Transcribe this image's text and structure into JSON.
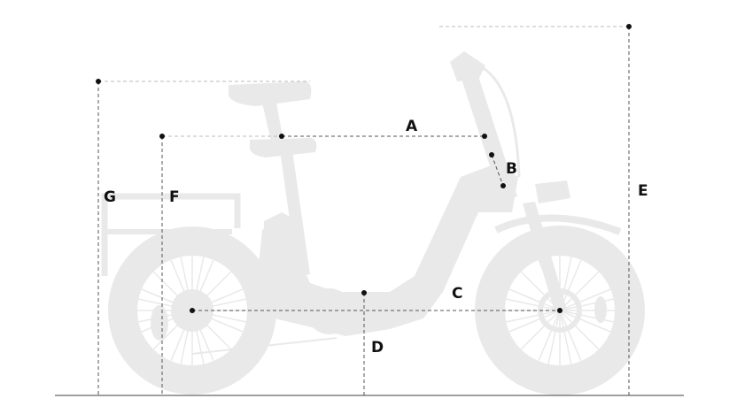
{
  "diagram": {
    "subject": "E-bike geometry diagram",
    "labels": {
      "A": "A",
      "B": "B",
      "C": "C",
      "D": "D",
      "E": "E",
      "F": "F",
      "G": "G"
    },
    "colors": {
      "background": "#ffffff",
      "bike_silhouette": "#e9e9e9",
      "dimension_line": "#555555",
      "dot": "#111111",
      "ground_line": "#666666"
    }
  }
}
